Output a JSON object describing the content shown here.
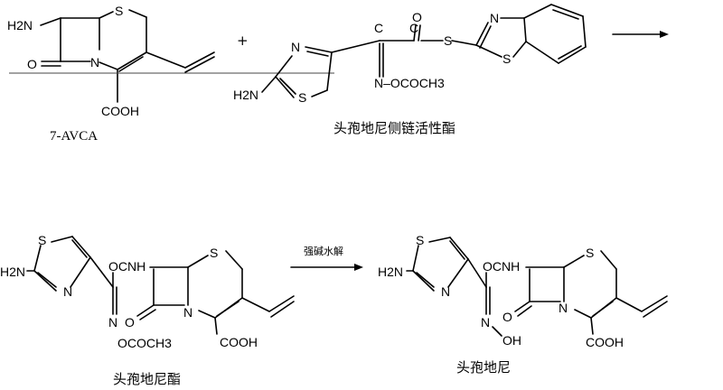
{
  "atoms": {
    "S": "S",
    "N": "N",
    "O": "O",
    "C": "C",
    "H2N": "H2N",
    "COOH": "COOH",
    "OCNH": "OCNH",
    "NOCOCH3": "N–OCOCH3",
    "OCOCH3": "OCOCH3",
    "NOH": "N",
    "OH": "OH"
  },
  "labels": {
    "avca": "7-AVCA",
    "active_ester": "头孢地尼侧链活性酯",
    "cefdinir_ester": "头孢地尼酯",
    "cefdinir": "头孢地尼",
    "hydrolysis": "强碱水解",
    "plus": "+"
  }
}
